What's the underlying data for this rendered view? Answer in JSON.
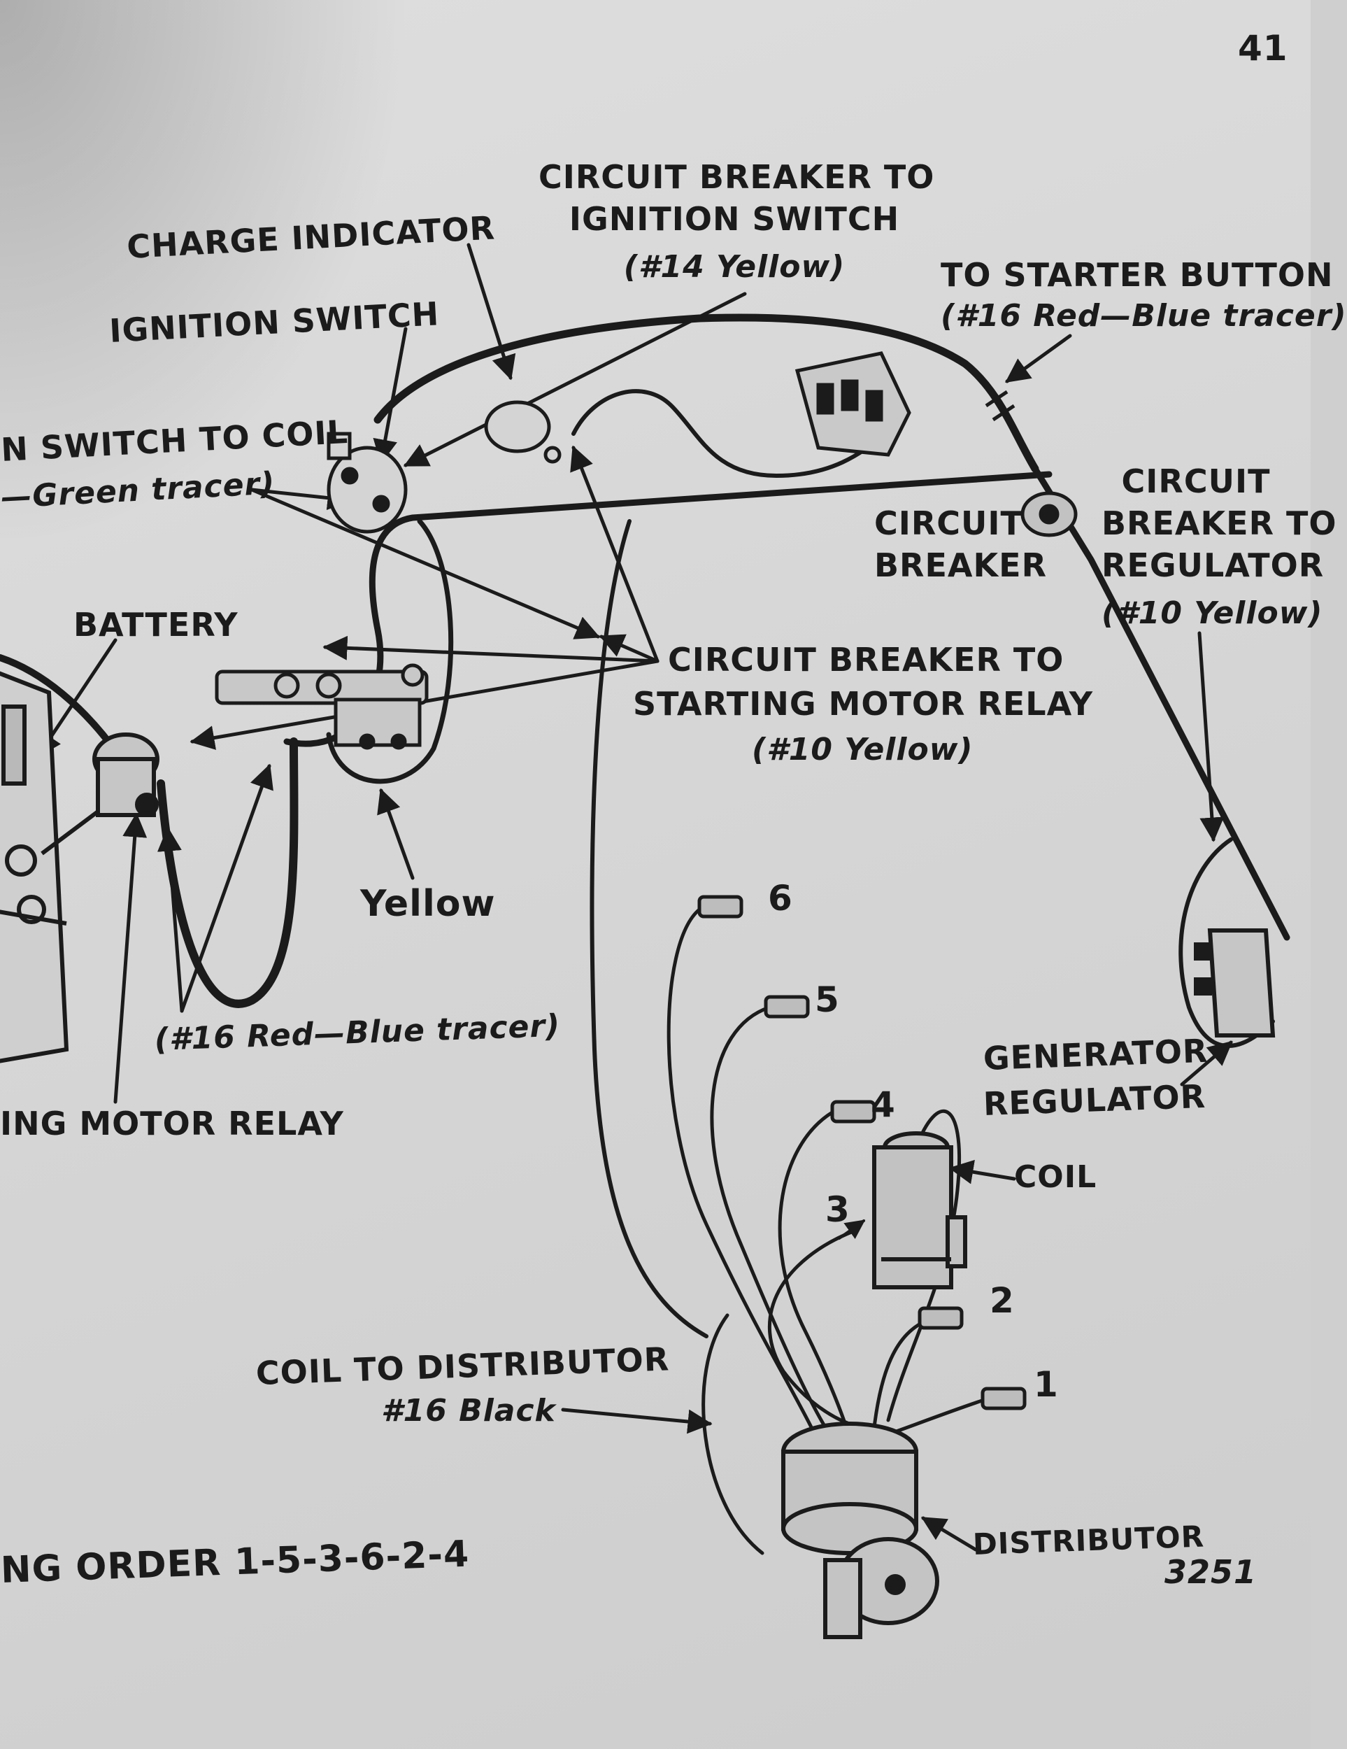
{
  "page_number": "41",
  "figure_number": "3251",
  "firing_order": "NG ORDER 1-5-3-6-2-4",
  "labels": {
    "charge_indicator": "CHARGE INDICATOR",
    "ignition_switch": "IGNITION SWITCH",
    "cb_ignition_line1": "CIRCUIT BREAKER TO",
    "cb_ignition_line2": "IGNITION SWITCH",
    "cb_ignition_wire": "(#14 Yellow)",
    "starter_button_line1": "TO STARTER BUTTON",
    "starter_button_wire": "(#16 Red—Blue tracer)",
    "switch_to_coil": "N SWITCH TO COIL",
    "switch_to_coil_wire": "—Green tracer)",
    "circuit_breaker_line1": "CIRCUIT",
    "circuit_breaker_line2": "BREAKER",
    "cb_regulator_line1": "CIRCUIT",
    "cb_regulator_line2": "BREAKER TO",
    "cb_regulator_line3": "REGULATOR",
    "cb_regulator_wire": "(#10 Yellow)",
    "battery": "BATTERY",
    "cb_relay_line1": "CIRCUIT BREAKER TO",
    "cb_relay_line2": "STARTING MOTOR RELAY",
    "cb_relay_wire": "(#10 Yellow)",
    "yellow": "Yellow",
    "red_blue_tracer": "(#16 Red—Blue tracer)",
    "motor_relay": "ING MOTOR RELAY",
    "generator_line1": "GENERATOR",
    "generator_line2": "REGULATOR",
    "coil": "COIL",
    "coil_to_distributor": "COIL TO DISTRIBUTOR",
    "coil_to_distributor_wire": "#16 Black",
    "distributor": "DISTRIBUTOR"
  },
  "spark_plug_numbers": [
    "6",
    "5",
    "4",
    "3",
    "2",
    "1"
  ],
  "colors": {
    "ink": "#1b1b1b",
    "paper": "#d9d9d9"
  }
}
